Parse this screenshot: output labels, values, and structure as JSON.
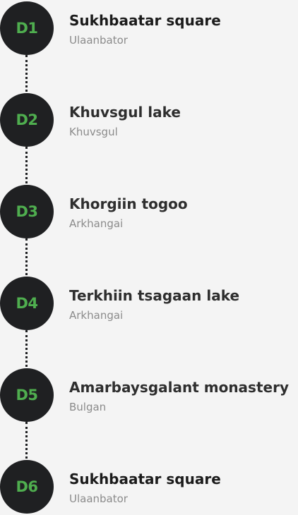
{
  "itinerary": {
    "days": [
      {
        "badge": "D1",
        "title": "Sukhbaatar square",
        "subtitle": "Ulaanbator"
      },
      {
        "badge": "D2",
        "title": "Khuvsgul lake",
        "subtitle": "Khuvsgul"
      },
      {
        "badge": "D3",
        "title": "Khorgiin togoo",
        "subtitle": "Arkhangai"
      },
      {
        "badge": "D4",
        "title": "Terkhiin tsagaan lake",
        "subtitle": "Arkhangai"
      },
      {
        "badge": "D5",
        "title": "Amarbaysgalant monastery",
        "subtitle": "Bulgan"
      },
      {
        "badge": "D6",
        "title": "Sukhbaatar square",
        "subtitle": "Ulaanbator"
      }
    ]
  },
  "colors": {
    "badge_bg": "#1f2022",
    "badge_text": "#4fae4f",
    "title_text": "#1b1b1b",
    "subtitle_text": "#8b8b8b",
    "background": "#f4f4f4"
  }
}
